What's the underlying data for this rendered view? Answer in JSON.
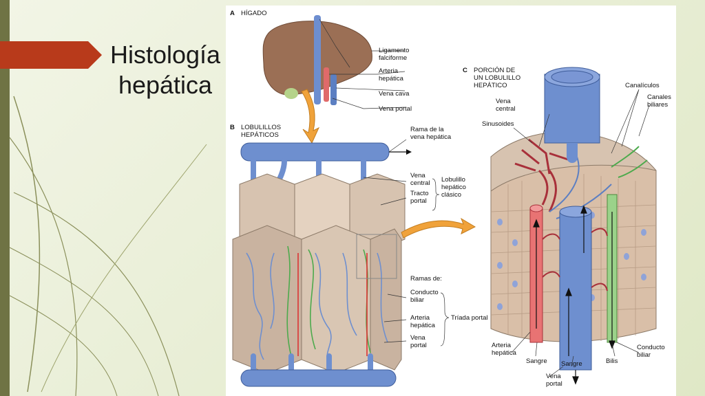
{
  "slide": {
    "title_line1": "Histología",
    "title_line2": "hepática"
  },
  "panel_a": {
    "heading_letter": "A",
    "heading": "HÍGADO",
    "labels": {
      "ligamento": [
        "Ligamento",
        "falciforme"
      ],
      "arteria": [
        "Arteria",
        "hepática"
      ],
      "vena_cava": "Vena cava",
      "vena_portal": "Vena portal"
    }
  },
  "panel_b": {
    "heading_letter": "B",
    "heading": [
      "LOBULILLOS",
      "HEPÁTICOS"
    ],
    "labels": {
      "rama": [
        "Rama de la",
        "vena hepática"
      ],
      "vena_central": [
        "Vena",
        "central"
      ],
      "tracto_portal": [
        "Tracto",
        "portal"
      ],
      "lobulillo": [
        "Lobulillo",
        "hepático",
        "clásico"
      ],
      "ramas_de": "Ramas de:",
      "conducto_biliar": [
        "Conducto",
        "biliar"
      ],
      "arteria": [
        "Arteria",
        "hepática"
      ],
      "vena_portal": [
        "Vena",
        "portal"
      ],
      "triada": "Tríada portal"
    }
  },
  "panel_c": {
    "heading_letter": "C",
    "heading": [
      "PORCIÓN DE",
      "UN LOBULILLO",
      "HEPÁTICO"
    ],
    "labels": {
      "vena_central": [
        "Vena",
        "central"
      ],
      "sinusoides": "Sinusoides",
      "canaliculos": "Canalículos",
      "canales": [
        "Canales",
        "biliares"
      ],
      "arteria": [
        "Arteria",
        "hepática"
      ],
      "sangre1": "Sangre",
      "sangre2": "Sangre",
      "vena_portal": [
        "Vena",
        "portal"
      ],
      "bilis": "Bilis",
      "conducto": [
        "Conducto",
        "biliar"
      ]
    }
  }
}
